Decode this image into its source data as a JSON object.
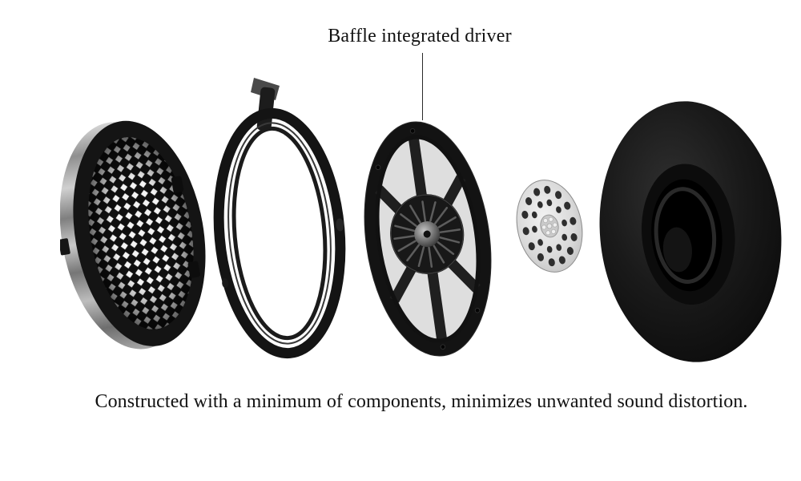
{
  "annotation": {
    "label": "Baffle integrated driver"
  },
  "caption": "Constructed with a minimum of components, minimizes unwanted sound distortion.",
  "colors": {
    "background": "#ffffff",
    "text": "#111111",
    "pointer_line": "#2a2a2a"
  },
  "components": {
    "order_left_to_right": [
      "grille-mesh-cover",
      "mounting-ring-with-stem",
      "baffle-integrated-driver",
      "perforated-damping-disc",
      "ear-pad-cushion"
    ]
  }
}
